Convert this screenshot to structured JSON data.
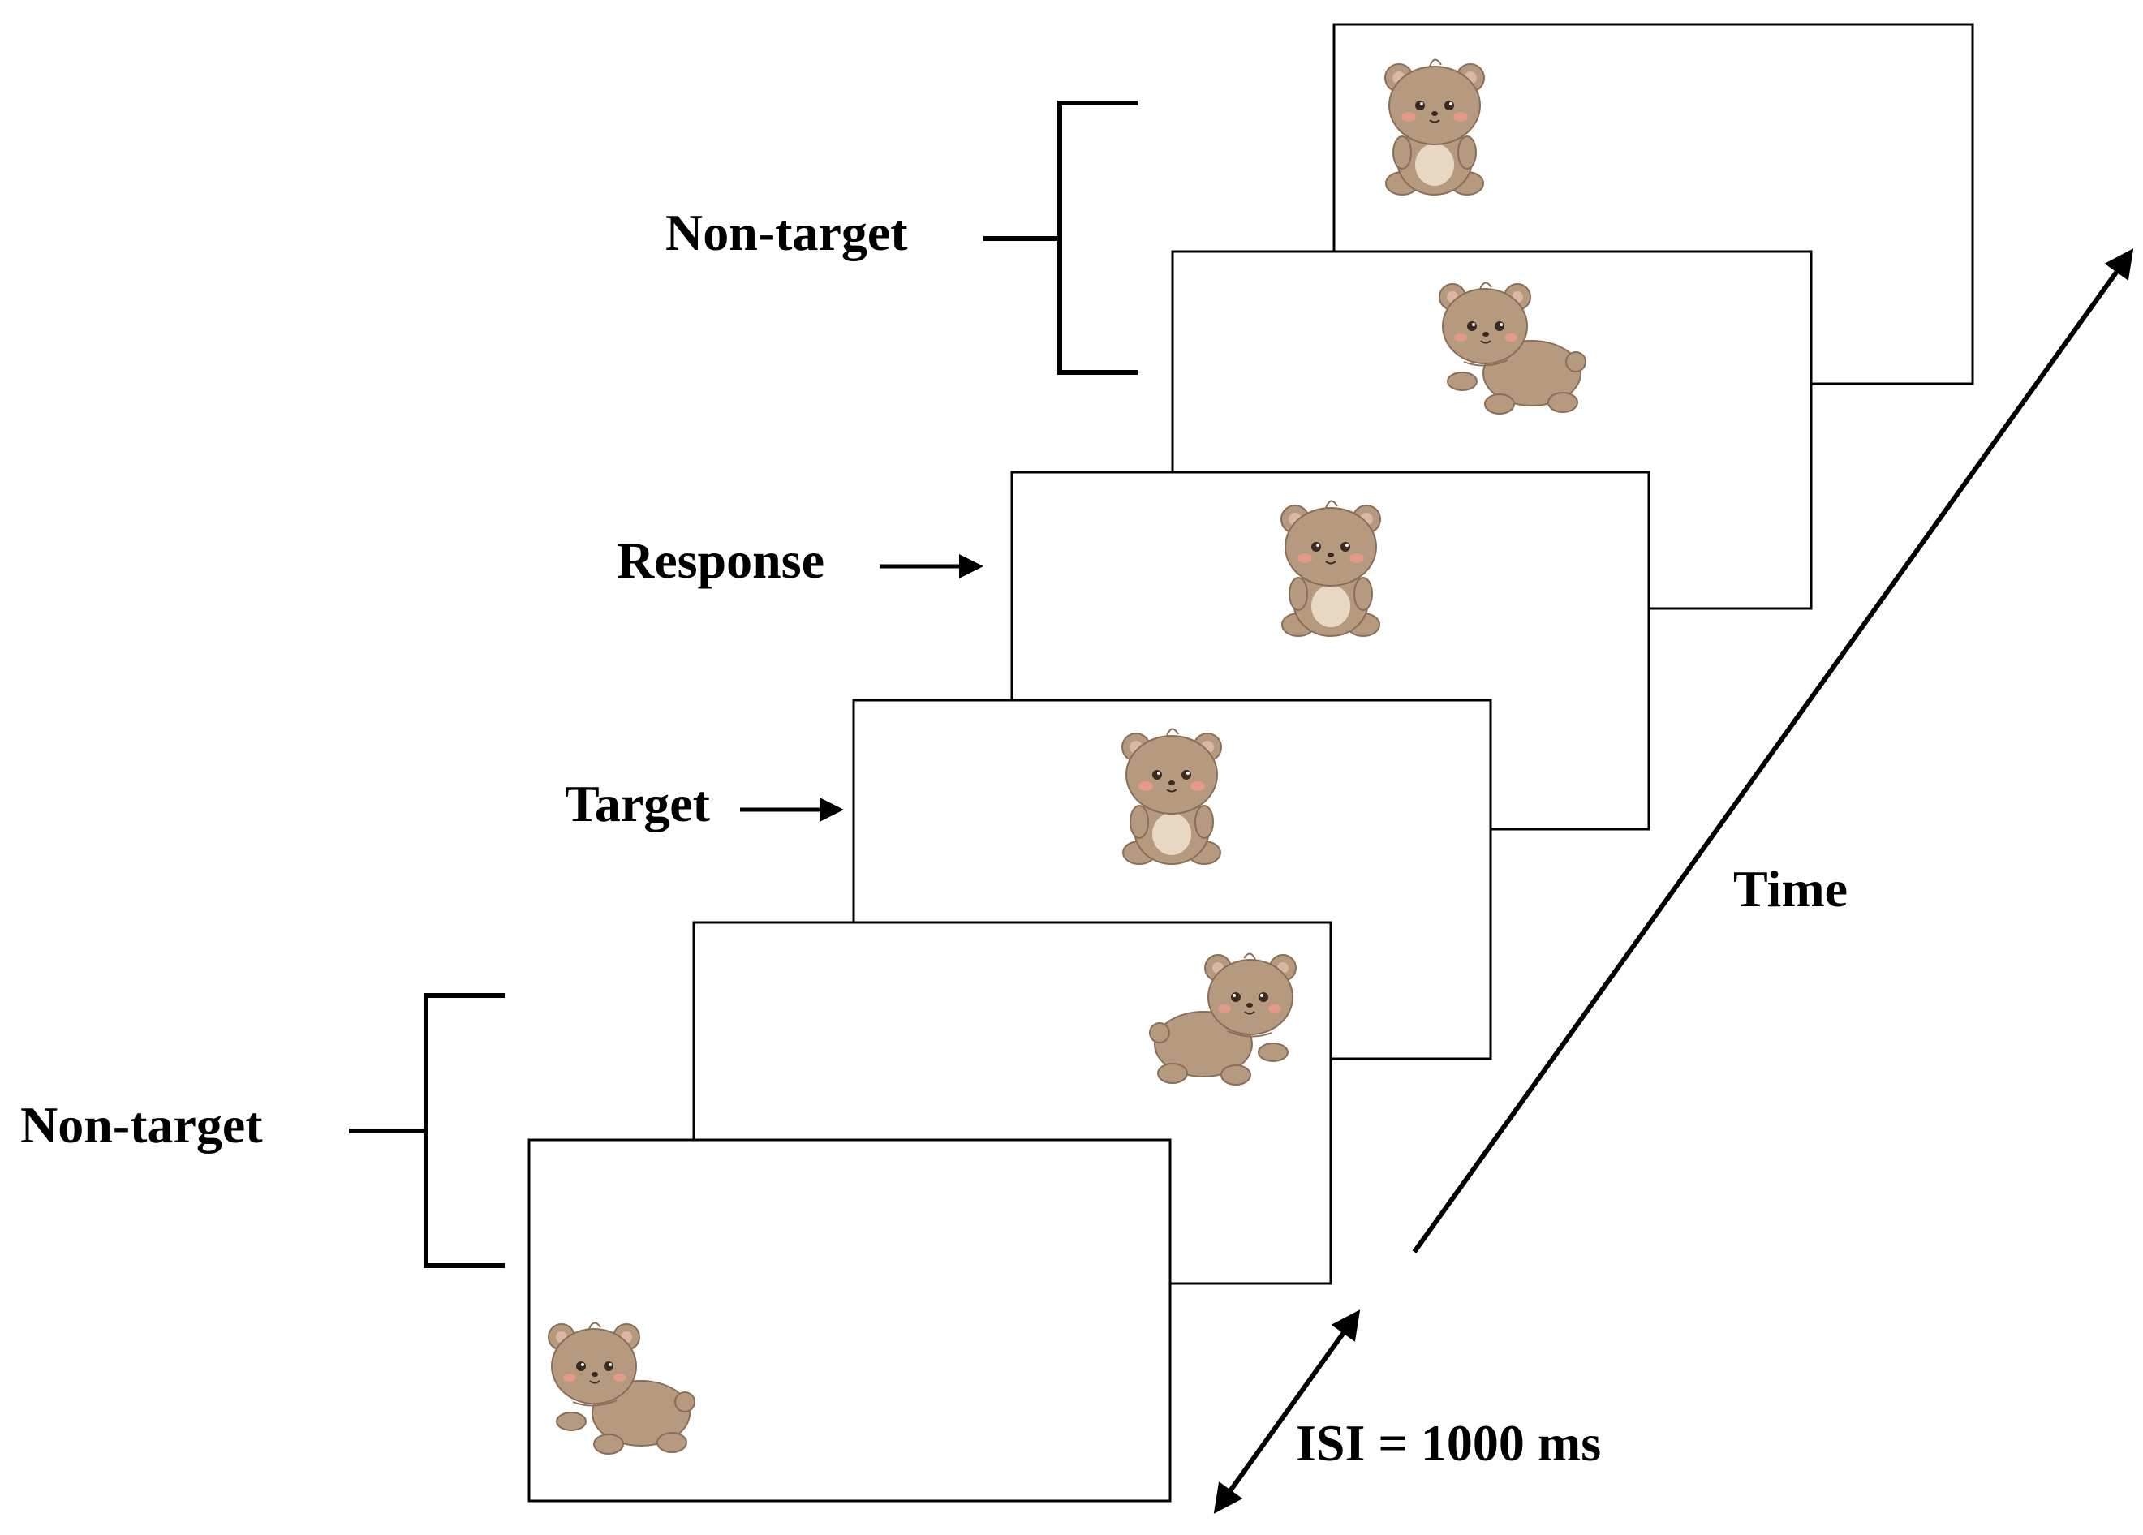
{
  "labels": {
    "non_target_top": "Non-target",
    "response": "Response",
    "target": "Target",
    "non_target_bottom": "Non-target",
    "time": "Time",
    "isi": "ISI = 1000 ms"
  },
  "frames": [
    {
      "stimulus": "bear-sitting-icon",
      "role": "non-target"
    },
    {
      "stimulus": "bear-walking-icon",
      "role": "non-target"
    },
    {
      "stimulus": "bear-sitting-icon",
      "role": "response"
    },
    {
      "stimulus": "bear-sitting-icon",
      "role": "target"
    },
    {
      "stimulus": "bear-walking-icon",
      "role": "non-target"
    },
    {
      "stimulus": "bear-walking-icon",
      "role": "non-target"
    }
  ],
  "colors": {
    "line": "#000000",
    "frame_fill": "#ffffff",
    "bear_fur": "#b59a80",
    "bear_belly": "#e8d7c2",
    "bear_ear_inner": "#d9b7a0",
    "bear_blush": "#ef9a8a",
    "bear_outline": "#8a6e58"
  }
}
